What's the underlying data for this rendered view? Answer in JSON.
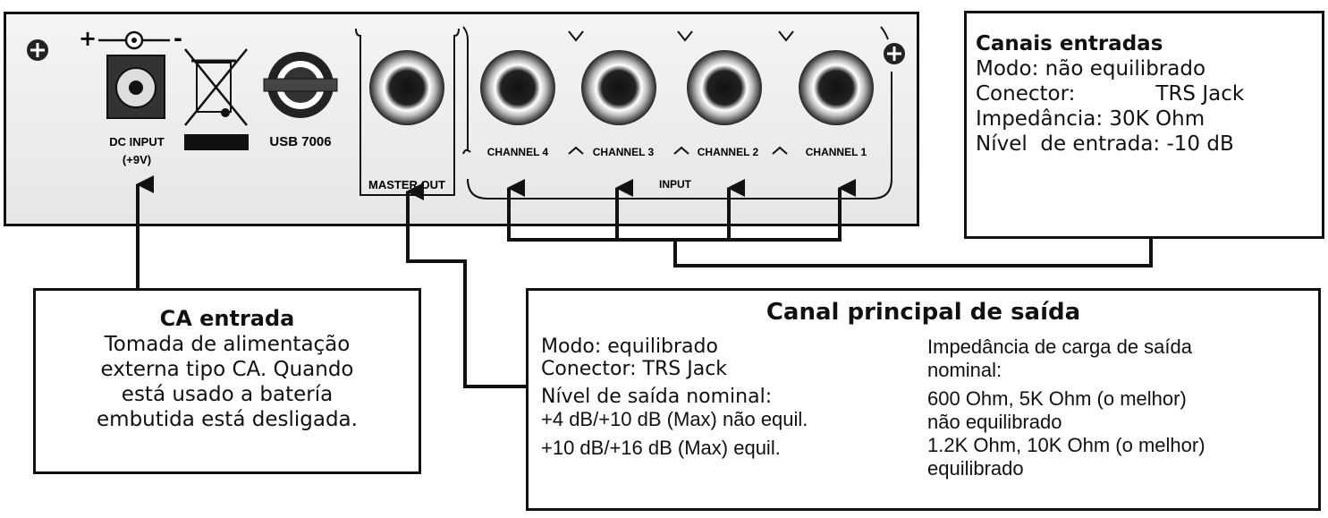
{
  "panel": {
    "dc_label": "DC INPUT",
    "dc_voltage": "(+9V)",
    "model": "USB 7006",
    "polarity_plus": "+",
    "polarity_minus": "-",
    "master_out": "MASTER OUT",
    "input_group": "INPUT",
    "channels": [
      "CHANNEL 4",
      "CHANNEL 3",
      "CHANNEL 2",
      "CHANNEL 1"
    ]
  },
  "input_box": {
    "title": "Canais entradas",
    "mode": "Modo: não equilibrado",
    "connector_label": "Conector:",
    "connector_value": "TRS Jack",
    "impedance": "Impedância: 30K Ohm",
    "level": "Nível  de entrada: -10 dB"
  },
  "dc_box": {
    "title": "CA entrada",
    "lines": [
      "Tomada de alimentação",
      "externa tipo CA. Quando",
      "está usado a batería",
      "embutida está desligada."
    ]
  },
  "main_box": {
    "title": "Canal principal de saída",
    "mode": "Modo: equilibrado",
    "connector": "Conector: TRS Jack",
    "level_label": "Nível de saída nominal:",
    "level_unbal": "+4 dB/+10 dB (Max) não equil.",
    "level_bal": "+10 dB/+16 dB (Max) equil.",
    "imp_label_1": "Impedância de carga de saída",
    "imp_label_2": "nominal:",
    "imp_unbal_values": "600 Ohm, 5K Ohm (o melhor)",
    "imp_unbal_label": "não equilibrado",
    "imp_bal_values": "1.2K Ohm, 10K Ohm (o melhor)",
    "imp_bal_label": "equilibrado"
  }
}
